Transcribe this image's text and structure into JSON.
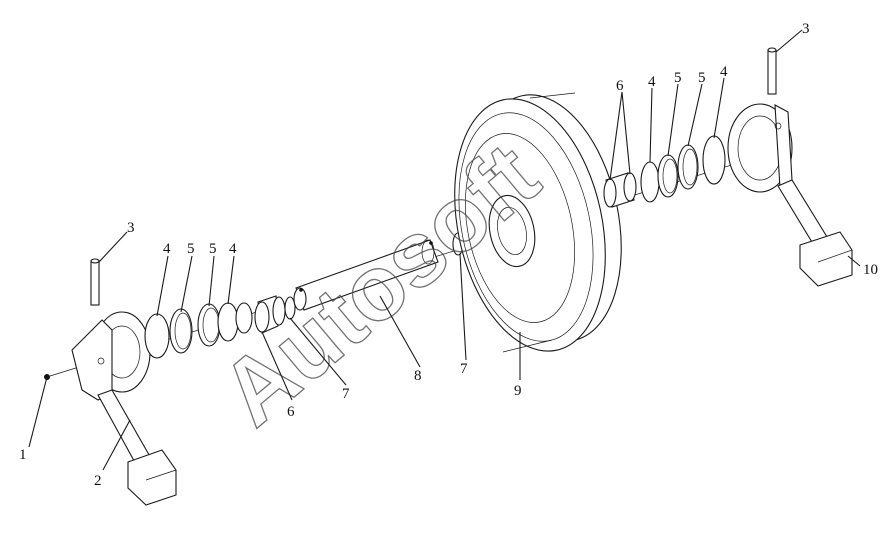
{
  "watermark": "Autosoft",
  "callouts": [
    {
      "id": "label-1",
      "text": "1"
    },
    {
      "id": "label-2",
      "text": "2"
    },
    {
      "id": "label-3-left",
      "text": "3"
    },
    {
      "id": "label-3-right",
      "text": "3"
    },
    {
      "id": "label-4-a",
      "text": "4"
    },
    {
      "id": "label-5-a",
      "text": "5"
    },
    {
      "id": "label-5-b",
      "text": "5"
    },
    {
      "id": "label-4-b",
      "text": "4"
    },
    {
      "id": "label-6-left",
      "text": "6"
    },
    {
      "id": "label-7-left",
      "text": "7"
    },
    {
      "id": "label-8",
      "text": "8"
    },
    {
      "id": "label-7-right",
      "text": "7"
    },
    {
      "id": "label-9",
      "text": "9"
    },
    {
      "id": "label-6-right",
      "text": "6"
    },
    {
      "id": "label-4-c",
      "text": "4"
    },
    {
      "id": "label-5-c",
      "text": "5"
    },
    {
      "id": "label-5-d",
      "text": "5"
    },
    {
      "id": "label-4-d",
      "text": "4"
    },
    {
      "id": "label-10",
      "text": "10"
    }
  ]
}
